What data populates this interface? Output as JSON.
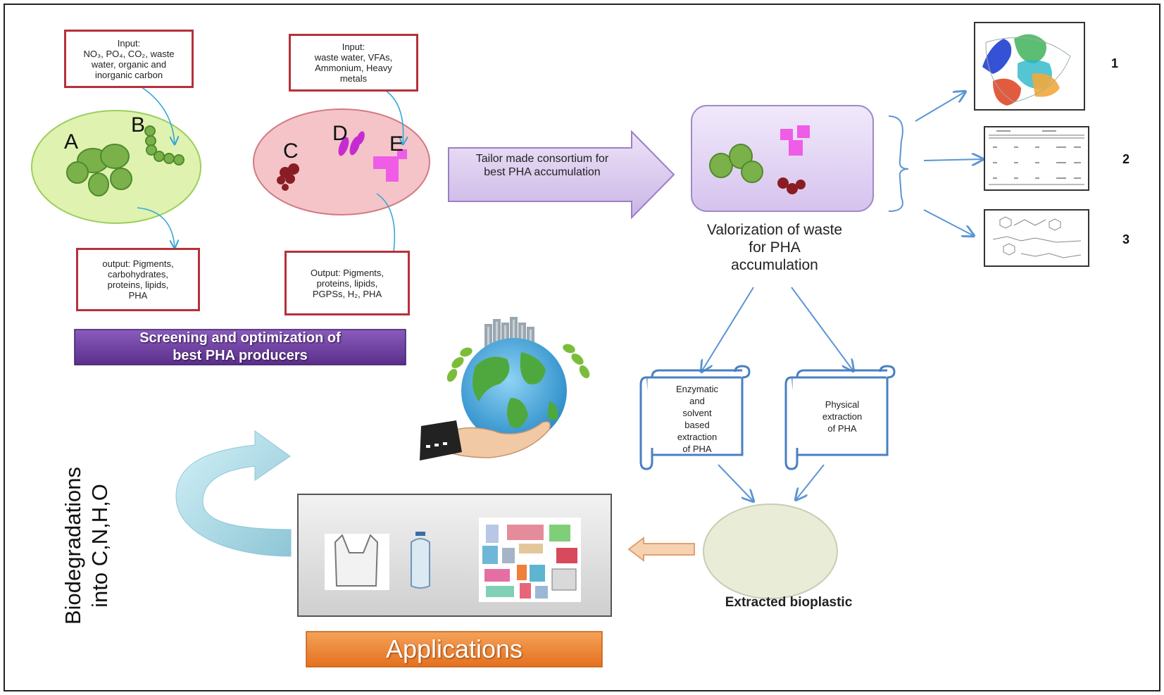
{
  "consortium_1": {
    "input": "Input:\nNO₃, PO₄, CO₂, waste\nwater, organic and\ninorganic carbon",
    "output": "output: Pigments,\ncarbohydrates,\nproteins, lipids,\nPHA",
    "labels": [
      "A",
      "B"
    ]
  },
  "consortium_2": {
    "input": "Input:\nwaste water, VFAs,\nAmmonium, Heavy\nmetals",
    "output": "Output: Pigments,\nproteins, lipids,\nPGPSs, H₂, PHA",
    "labels": [
      "C",
      "D",
      "E"
    ]
  },
  "screening_banner": "Screening and optimization of\nbest PHA producers",
  "tailor_arrow": "Tailor made consortium for\nbest PHA accumulation",
  "valorization_caption": "Valorization of waste\nfor PHA\naccumulation",
  "characterization_numbers": [
    "1",
    "2",
    "3"
  ],
  "extraction": {
    "enzymatic": "Enzymatic\nand\nsolvent\nbased\nextraction\nof PHA",
    "physical": "Physical\nextraction\nof PHA"
  },
  "extracted_caption": "Extracted bioplastic",
  "applications_banner": "Applications",
  "biodegradation_text": "Biodegradations\ninto C,N,H,O",
  "colors": {
    "frame": "#222222",
    "red_box": "#b5313a",
    "purple_banner": "#6a3a9a",
    "orange_banner": "#ee7f2d",
    "blue_arrow": "#6fa8dc",
    "scroll_border": "#4a7fc1"
  }
}
